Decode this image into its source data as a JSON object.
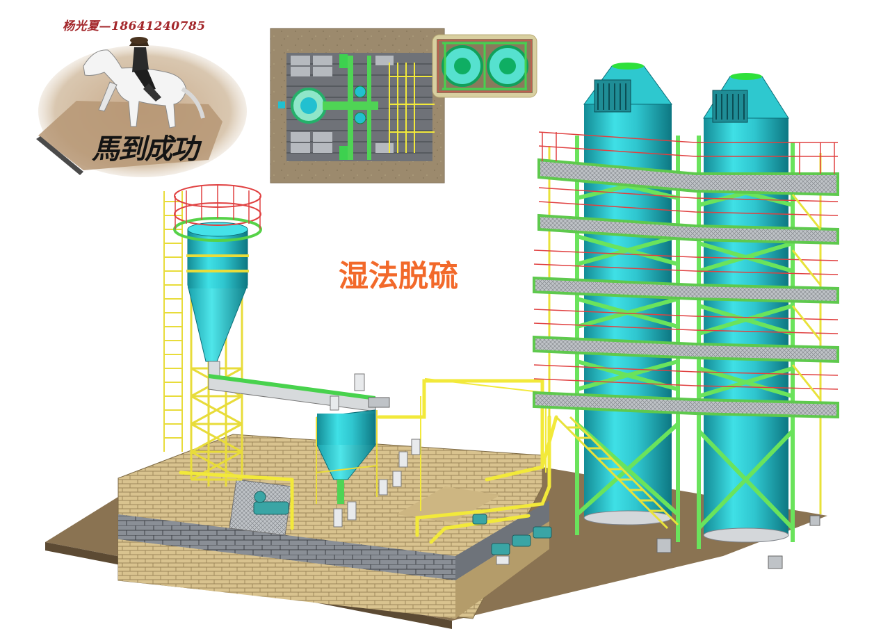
{
  "header": {
    "contact": "杨光夏—18641240785",
    "logo_calligraphy": "馬到成功"
  },
  "main": {
    "title": "湿法脱硫"
  },
  "colors": {
    "title": "#f2692a",
    "contact": "#a3262a",
    "vessel": "#2ec8cf",
    "frame": "#66e05a",
    "pipe": "#f2e93a",
    "railing": "#e04040",
    "brick": "#d8c08a",
    "wall_dark": "#7a7f86",
    "ground": "#8a7354"
  }
}
